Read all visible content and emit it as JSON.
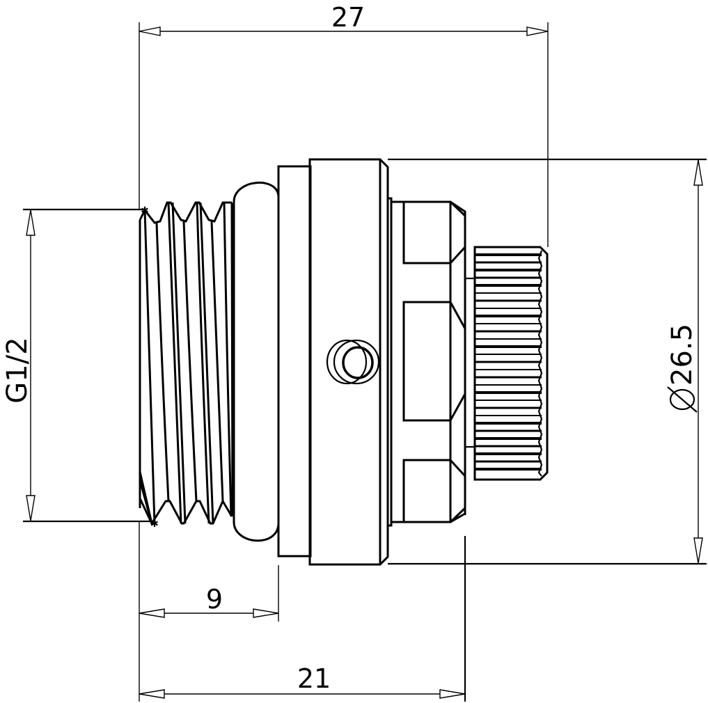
{
  "drawing": {
    "subject": "Radiator air vent valve, side view",
    "line_color": "#000000",
    "background": "#ffffff"
  },
  "dimensions": {
    "overall_length": {
      "value": "27",
      "orientation": "horizontal",
      "position": "top"
    },
    "thread_size": {
      "value": "G1/2",
      "orientation": "vertical",
      "position": "left"
    },
    "body_diameter": {
      "value": "26.5",
      "symbol": "diameter",
      "orientation": "vertical",
      "position": "right"
    },
    "thread_length": {
      "value": "9",
      "orientation": "horizontal",
      "position": "bottom"
    },
    "body_length": {
      "value": "21",
      "orientation": "horizontal",
      "position": "bottom"
    }
  },
  "parts": [
    {
      "name": "threaded-shank",
      "label": "G1/2 thread"
    },
    {
      "name": "o-ring-seal"
    },
    {
      "name": "collar"
    },
    {
      "name": "main-body-ring",
      "feature": "side vent hole"
    },
    {
      "name": "hex-nut"
    },
    {
      "name": "knurled-cap"
    }
  ]
}
